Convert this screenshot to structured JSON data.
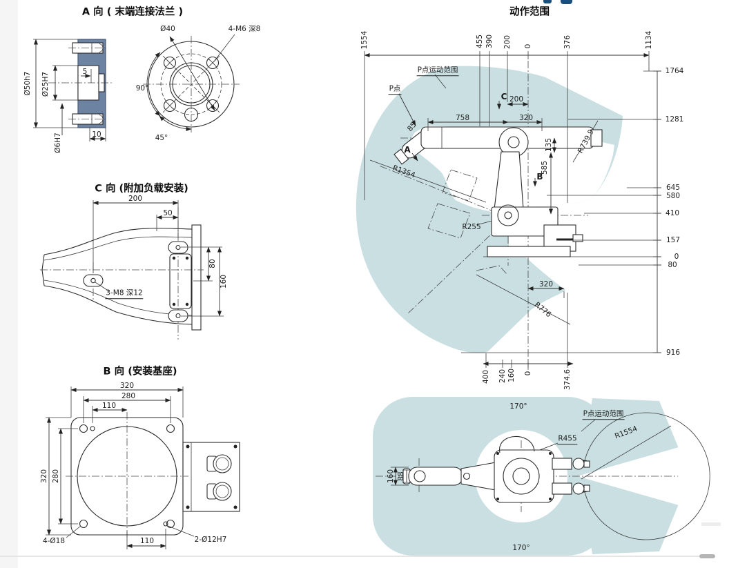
{
  "view_a": {
    "title": "A 向 ( 末端连接法兰 )",
    "dims": {
      "d50": "Ø50h7",
      "d25": "Ø25H7",
      "d6": "Ø6H7",
      "n5": "5",
      "n10": "10",
      "d40": "Ø40",
      "bolt_note": "4-M6 深8",
      "a90": "90°",
      "a45": "45°"
    }
  },
  "view_c": {
    "title": "C 向 (附加负载安装)",
    "dims": {
      "w200": "200",
      "w50": "50",
      "h80": "80",
      "h160": "160",
      "bolt_note": "3-M8 深12"
    }
  },
  "view_b": {
    "title": "B 向 (安装基座)",
    "dims": {
      "w320": "320",
      "w280": "280",
      "w110": "110",
      "h320": "320",
      "h280": "280",
      "w110b": "110",
      "holes": "4-Ø18",
      "pins": "2-Ø12H7"
    }
  },
  "motion": {
    "title": "动作范围",
    "side": {
      "p_range_label": "P点运动范围",
      "p_point_label": "P点",
      "top_ticks": [
        "1554",
        "455",
        "390",
        "200",
        "0",
        "376",
        "1134"
      ],
      "right_ticks": [
        "1764",
        "1281",
        "645",
        "580",
        "410",
        "157",
        "0",
        "80",
        "916"
      ],
      "bottom_ticks": [
        "400",
        "240",
        "160",
        "0",
        "374.6"
      ],
      "dims": {
        "d758": "758",
        "d320_arm": "320",
        "d200": "200",
        "d85": "85",
        "d135": "135",
        "d585": "585",
        "d320_base": "320",
        "r1354": "R1354",
        "r255": "R255",
        "r776": "R776",
        "r739": "R739.9"
      },
      "view_arrows": {
        "a": "A",
        "b": "B",
        "c": "C"
      }
    },
    "top": {
      "p_range_label": "P点运动范围",
      "arc_top": "170°",
      "arc_bottom": "170°",
      "dims": {
        "w160": "160",
        "w88": "88",
        "r455": "R455",
        "r1554": "R1554"
      }
    }
  },
  "colors": {
    "envelope": "#c9dfe2",
    "flange": "#6d83a2"
  }
}
